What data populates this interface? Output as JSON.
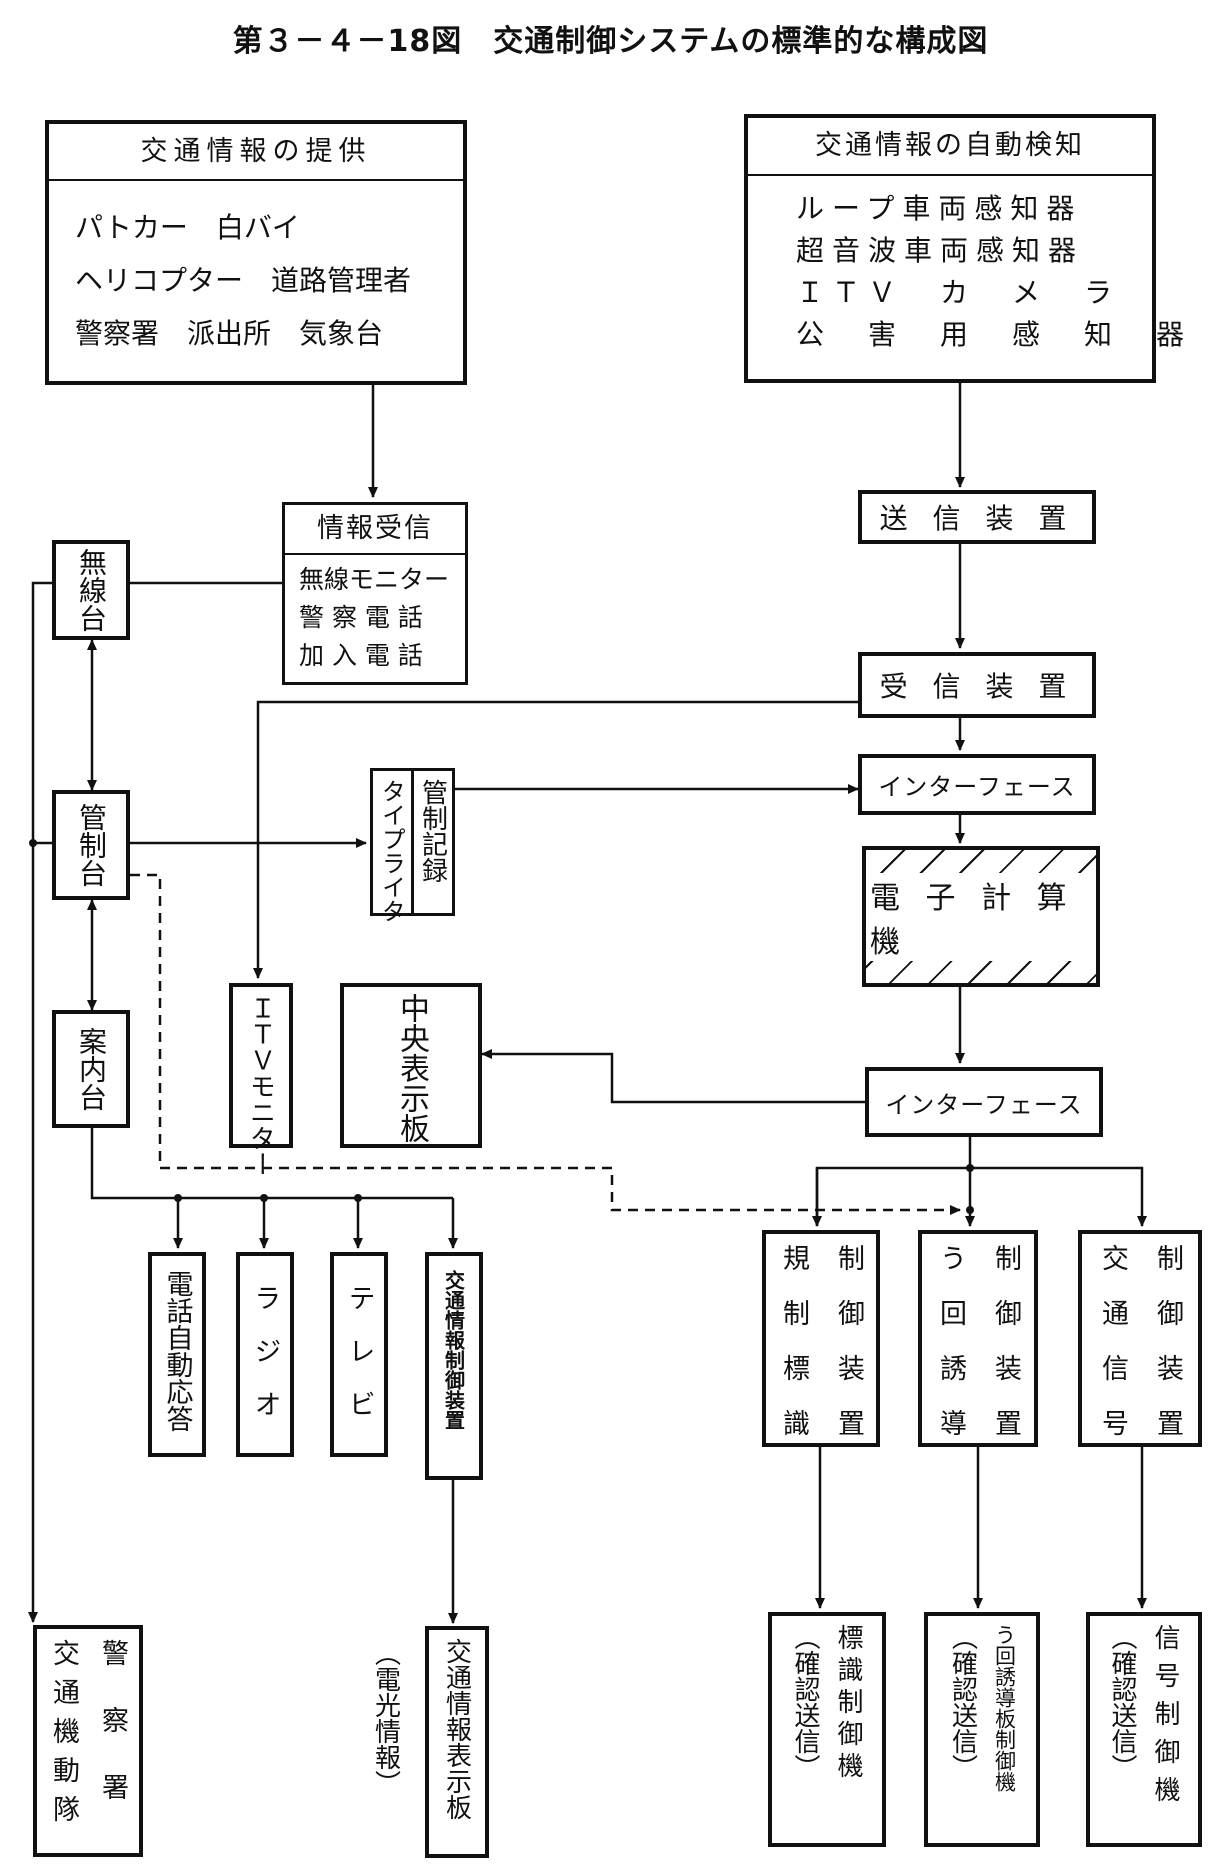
{
  "title": "第３－４－18図　交通制御システムの標準的な構成図",
  "provide": {
    "header": "交通情報の提供",
    "lines": [
      "パトカー　白バイ",
      "ヘリコプター　道路管理者",
      "警察署　派出所　気象台"
    ]
  },
  "detect": {
    "header": "交通情報の自動検知",
    "lines": [
      "ループ車両感知器",
      "超音波車両感知器",
      "ＩＴＶ　カ　メ　ラ",
      "公　害　用　感　知　器"
    ]
  },
  "receive_info": {
    "header": "情報受信",
    "lines": [
      "無線モニター",
      "警 察 電 話",
      "加 入 電 話"
    ]
  },
  "musendai": "無線台",
  "kanseidai": "管制台",
  "annaidai": "案内台",
  "typewriter": "タイプライタ",
  "kansei_kiroku": "管制記録",
  "soshin": "送 信 装 置",
  "jushin": "受 信 装 置",
  "interface1": "インターフェース",
  "computer": "電 子 計 算 機",
  "interface2": "インターフェース",
  "itv_monitor": "ＩＴＶモニター",
  "central_board": "中央表示板",
  "outputs": {
    "denwa": "電話自動応答",
    "radio": "ラジオ",
    "tv": "テレビ",
    "info_ctrl": "交通情報制御装置"
  },
  "sign_ctrl": [
    "規制標識",
    "制御装置"
  ],
  "guide_ctrl": [
    "う回誘導",
    "制御装置"
  ],
  "signal_ctrl": [
    "交通信号",
    "制御装置"
  ],
  "police": [
    "交通機動隊",
    "警察署"
  ],
  "denko": "（電光情報）",
  "info_board": "交通情報表示板",
  "sign_machine": [
    "標識制御機",
    "（確認送信）"
  ],
  "guide_machine": [
    "う回誘導板制御機",
    "（確認送信）"
  ],
  "signal_machine": [
    "信号制御機",
    "（確認送信）"
  ]
}
